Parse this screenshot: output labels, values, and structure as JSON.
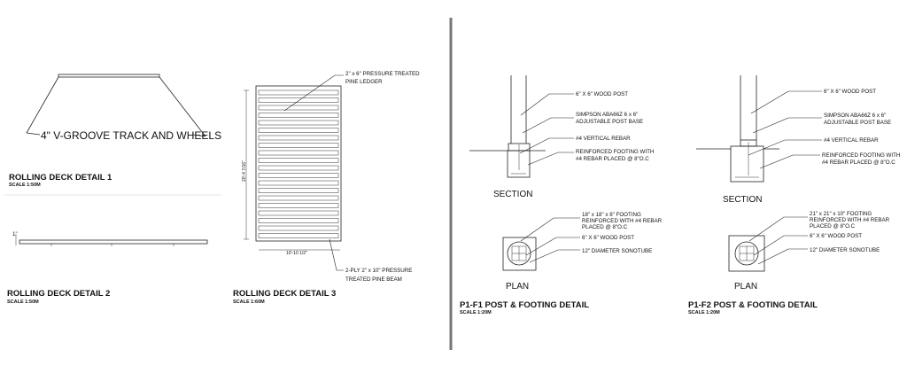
{
  "details": {
    "d1": {
      "title": "ROLLING DECK DETAIL 1",
      "scale": "SCALE   1:50M",
      "note": "4\" V-GROOVE TRACK AND WHEELS"
    },
    "d2": {
      "title": "ROLLING DECK DETAIL 2",
      "scale": "SCALE   1:50M",
      "dim": "1\""
    },
    "d3": {
      "title": "ROLLING DECK DETAIL 3",
      "scale": "SCALE   1:60M",
      "ledger_line1": "2\" x 6\" PRESSURE TREATED",
      "ledger_line2": "PINE LEDGER",
      "beam_line1": "2-PLY 2\" x 10\" PRESSURE",
      "beam_line2": "TREATED PINE BEAM",
      "dim_height": "20'-4 7/16\"",
      "dim_width": "10'-10 1/2\""
    },
    "f1": {
      "title": "P1-F1 POST & FOOTING DETAIL",
      "scale": "SCALE   1:20M",
      "section": "SECTION",
      "plan": "PLAN",
      "post": "6\" X 6\" WOOD POST",
      "base1": "SIMPSON ABA66Z 6 x 6\"",
      "base2": "ADJUSTABLE POST BASE",
      "rebar": "#4 VERTICAL REBAR",
      "footing1": "REINFORCED FOOTING WITH",
      "footing2": "#4 REBAR PLACED @ 8\"O.C",
      "pf1": "18\" x 18\" x 8\" FOOTING",
      "pf2": "REINFORCED WITH #4 REBAR",
      "pf3": "PLACED @ 8\"O.C",
      "plan_post": "6\" X 6\" WOOD POST",
      "sono": "12\" DIAMETER SONOTUBE"
    },
    "f2": {
      "title": "P1-F2 POST & FOOTING DETAIL",
      "scale": "SCALE   1:20M",
      "section": "SECTION",
      "plan": "PLAN",
      "post": "6\" X 6\" WOOD POST",
      "base1": "SIMPSON ABA66Z 6 x 6\"",
      "base2": "ADJUSTABLE POST BASE",
      "rebar": "#4 VERTICAL REBAR",
      "footing1": "REINFORCED FOOTING WITH",
      "footing2": "#4 REBAR PLACED @ 8\"O.C",
      "pf1": "21\" x 21\" x 10\" FOOTING",
      "pf2": "REINFORCED WITH #4 REBAR",
      "pf3": "PLACED @ 8\"O.C",
      "plan_post": "6\" X 6\" WOOD POST",
      "sono": "12\" DIAMETER SONOTUBE"
    }
  }
}
